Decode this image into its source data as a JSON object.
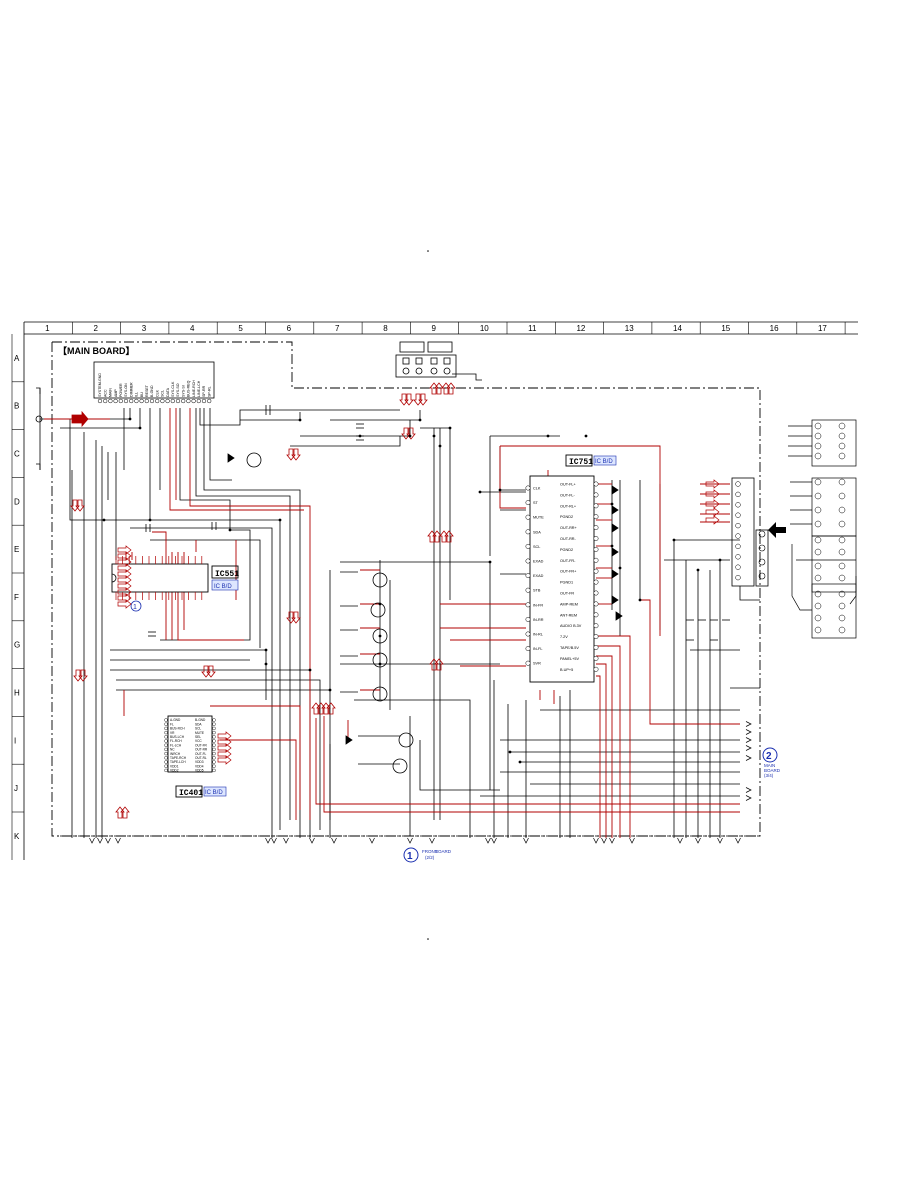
{
  "columns": [
    "1",
    "2",
    "3",
    "4",
    "5",
    "6",
    "7",
    "8",
    "9",
    "10",
    "11",
    "12",
    "13",
    "14",
    "15",
    "16",
    "17"
  ],
  "rows": [
    "A",
    "B",
    "C",
    "D",
    "E",
    "F",
    "G",
    "H",
    "I",
    "J",
    "K"
  ],
  "board_title": "【MAIN BOARD】",
  "ics": {
    "ic551": {
      "name": "IC551",
      "tag": "IC B/D"
    },
    "ic751": {
      "name": "IC751",
      "tag": "IC B/D"
    },
    "ic401": {
      "name": "IC401",
      "tag": "IC B/D"
    }
  },
  "ic751_left_pins": [
    "CLK",
    "ST",
    "MUTE",
    "SDA",
    "SCL",
    "EXAD",
    "EXAD",
    "STB",
    "IN-FR",
    "IN-RR",
    "IN-RL",
    "IN-FL",
    "SVR"
  ],
  "ic751_right_pins": [
    "OUT-FL+",
    "OUT-FL-",
    "OUT-RL+",
    "PGND2",
    "OUT-RR+",
    "OUT-RR-",
    "PGND2",
    "OUT-FR-",
    "OUT-FR+",
    "PGND1",
    "OUT-FR",
    "AMP-REM",
    "ANT-REM",
    "AUDIO B.3V",
    "7.2V",
    "TAPE/B.5V",
    "PANEL+5V",
    "B.UP+5"
  ],
  "ic401_left_pins": [
    "A-GND",
    "FL",
    "BUS-RCH",
    "VR",
    "BUS-LCH",
    "FL-RCH",
    "FL-LCH",
    "NC",
    "INRCH",
    "TAPE-RCH",
    "TAPE-LCH",
    "VDD1",
    "VDD2"
  ],
  "ic401_right_pins": [
    "B-GND",
    "SDA",
    "SCL",
    "MUTE",
    "SEL",
    "VCC",
    "OUT-FR",
    "OUT-RR",
    "OUT-FL",
    "OUT-RL",
    "VDD3",
    "VDD4",
    "VDD5"
  ],
  "connector_pins": [
    "SYSTEM-GND",
    "ACC",
    "MAIN",
    "AMP",
    "POWER",
    "SYS-ON",
    "DIMMER",
    "ILL",
    "BU",
    "RESET",
    "B-GND",
    "CLK",
    "SCL",
    "DATA",
    "SYS-CLK",
    "SYS-SO",
    "SYS-SI",
    "BUS-REQ",
    "LINE-RCH",
    "LINE-LCH",
    "SP-RR",
    "SP-RL"
  ],
  "ref_a": {
    "num": "1",
    "line1": "FRONT",
    "line2": "BOARD",
    "line3": "(2/2)"
  },
  "ref_b": {
    "num": "2",
    "line1": "MAIN",
    "line2": "BOARD",
    "line3": "(3/4)"
  },
  "ic551_marker": "1",
  "colors": {
    "signal": "#b00000",
    "wire": "#000000",
    "tag": "#1a2fb0",
    "tag_bg": "#dde6ff"
  }
}
